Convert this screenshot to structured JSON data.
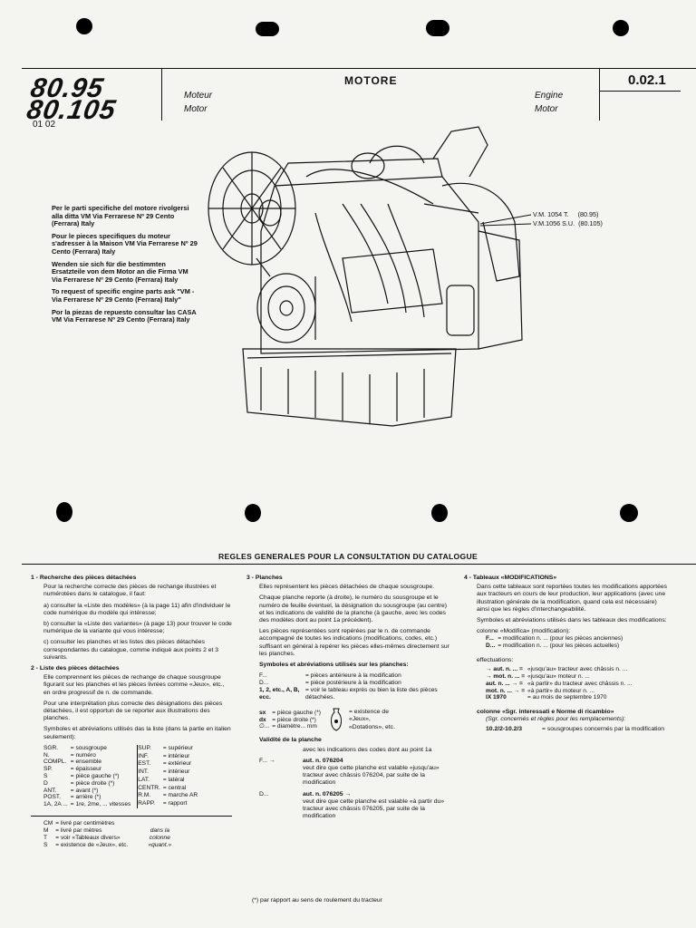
{
  "header": {
    "logo_line1": "80.95",
    "logo_line2": "80.105",
    "code": "01 02",
    "title": "MOTORE",
    "fr_line1": "Moteur",
    "fr_line2": "Motor",
    "en_line1": "Engine",
    "en_line2": "Motor",
    "page_number": "0.02.1"
  },
  "notes": [
    "Per le parti specifiche del motore rivolgersi alla ditta VM Via Ferrarese Nº 29 Cento (Ferrara) Italy",
    "Pour le pieces specifiques du moteur s'adresser à la Maison VM Via Ferrarese Nº 29 Cento (Ferrara) Italy",
    "Wenden sie sich für die bestimmten Ersatzteile von dem Motor an die Firma VM Via Ferrarese Nº 29 Cento (Ferrara) Italy",
    "To request of specific engine parts ask \"VM - Via Ferrarese Nº 29 Cento (Ferrara) Italy\"",
    "Por la piezas de repuesto consultar las CASA VM Via Ferrarese Nº 29 Cento (Ferrara) Italy"
  ],
  "engine_refs": [
    {
      "model": "V.M. 1054 T.",
      "version": "(80.95)"
    },
    {
      "model": "V.M.1056 S.U.",
      "version": "(80.105)"
    }
  ],
  "rules": {
    "title": "REGLES GENERALES POUR LA CONSULTATION DU CATALOGUE",
    "s1_title": "1 - Recherche des pièces détachées",
    "s1_intro": "Pour la recherche correcte des pièces de rechange illustrées et numérotées dans le catalogue, il faut:",
    "s1_a": "a) consulter la «Liste des modèles» (à la page 11) afin d'individuer le code numérique du modèle qui intéresse;",
    "s1_b": "b) consulter la «Liste des variantes» (à page 13) pour trouver le code numérique de la variante qui vous intéresse;",
    "s1_c": "c) consulter les planches et les listes des pièces détachées correspondantes du catalogue, comme indiqué aux points 2 et 3 suivants.",
    "s2_title": "2 - Liste des pièces détachées",
    "s2_p1": "Elle comprennent les pièces de rechange de chaque sousgroupe figurant sur les planches et les pièces livrées comme «Jeux», etc., en ordre progressif de n. de commande.",
    "s2_p2": "Pour une interprétation plus correcte des désignations des pièces détachées, il est opportun de se reporter aux illustrations des planches.",
    "s2_p3": "Symboles et abréviations utilisés das la liste (dans la partie en italien seulement):",
    "s2_abbr_left": [
      [
        "SGR.",
        "= sousgroupe"
      ],
      [
        "N.",
        "= numéro"
      ],
      [
        "COMPL.",
        "= ensemble"
      ],
      [
        "SP.",
        "= épaisseur"
      ],
      [
        "S",
        "= pièce gauche (*)"
      ],
      [
        "D",
        "= pièce droite (*)"
      ],
      [
        "ANT.",
        "= avant (*)"
      ],
      [
        "POST.",
        "= arrière (*)"
      ],
      [
        "1A, 2A ...",
        "= 1re, 2me, ... vitesses"
      ]
    ],
    "s2_abbr_right": [
      [
        "SUP.",
        "= supérieur"
      ],
      [
        "INF.",
        "= intérieur"
      ],
      [
        "EST.",
        "= extérieur"
      ],
      [
        "INT.",
        "= intérieur"
      ],
      [
        "LAT.",
        "= latéral"
      ],
      [
        "CENTR.",
        "= central"
      ],
      [
        "R.M.",
        "= marche AR"
      ],
      [
        "RAPP.",
        "= rapport"
      ]
    ],
    "s2_abbr_bottom": [
      [
        "CM",
        "= livré par centimètres"
      ],
      [
        "M",
        "= livré par mètres"
      ],
      [
        "T",
        "= voir «Tableaux divers»"
      ],
      [
        "S",
        "= existence de «Jeux», etc."
      ]
    ],
    "s2_bottom_note": "dans la colonne «quant.»",
    "s3_title": "3 - Planches",
    "s3_p1": "Elles représentent les pièces détachées de chaque sousgroupe.",
    "s3_p2": "Chaque planche reporte (à droite), le numéro du sousgroupe et le numéro de feuille éventuel, la désignation du sousgroupe (au centre) et les indications de validité de la planche (à gauche, avec les codes des modèles dont au point 1a précédent).",
    "s3_p3": "Les pièces représentées sont repérées par le n. de commande accompagné de toutes les indications (modifications, codes, etc.) suffisant en général à repérer les pièces elles-mêmes directement sur les planches.",
    "s3_p4": "Symboles et abréviations utilisés sur les planches:",
    "s3_sym": [
      [
        "F...",
        "= pièces antérieure à la modification"
      ],
      [
        "D...",
        "= pièce postérieure à la modification"
      ],
      [
        "1, 2, etc., A, B, ecc.",
        "= voir le tableau exprès ou bien la liste des pièces détachées."
      ]
    ],
    "s3_sym2": [
      [
        "sx",
        "= pièce gauche (*)"
      ],
      [
        "dx",
        "= pièce droite (*)"
      ],
      [
        "∅...",
        "= diamètre... mm"
      ]
    ],
    "s3_sym2_note": "= existence de «Jeux», «Dotations», etc.",
    "s3_valid_title": "Validité de la planche",
    "s3_valid_intro": "avec les indications des codes dont au point 1a",
    "s3_v1_key": "F... →",
    "s3_v1_head": "aut. n. 076204",
    "s3_v1_text": "veut dire que cette planche est valable «jusqu'au» tracteur avec châssis 076204, par suite de la modification",
    "s3_v2_key": "D...",
    "s3_v2_head": "aut. n. 076205 →",
    "s3_v2_text": "veut dire que cette planche est valable «à partir du» tracteur avec châssis 076205, par suite de la modification",
    "footnote": "(*) par rapport au sens de roulement du tracteur",
    "s4_title": "4 - Tableaux «MODIFICATIONS»",
    "s4_p1": "Dans cette tableaux sont reportées toutes les modifications apportées aux tracteurs en cours de leur production, leur applications (avec une illustration générale de la modification, quand cela est nécessaire) ainsi que les règles d'interchangeabilité.",
    "s4_p2": "Symboles et abréviations utilisés dans les tableaux des modifications:",
    "s4_col_title": "colonne «Modifica» (modification):",
    "s4_col_items": [
      [
        "F...",
        "= modification n. ... (pour les pièces anciennes)"
      ],
      [
        "D...",
        "= modification n. ... (pour les pièces actuelles)"
      ]
    ],
    "s4_eff_title": "effectuations:",
    "s4_eff_items": [
      [
        "→ aut. n. ... =",
        "«jusqu'au» tracteur avec châssis n. ..."
      ],
      [
        "→ mot. n. ... =",
        "«jusqu'au» moteur n. ..."
      ],
      [
        "aut. n. ... → =",
        "«à partir» du tracteur avec châssis n. ..."
      ],
      [
        "mot. n. ... → =",
        "«à partir» du moteur n. ..."
      ],
      [
        "IX 1970",
        "= au mois de septembre 1970"
      ]
    ],
    "s4_sgr_title": "colonne «Sgr. interessati e Norme di ricambio»",
    "s4_sgr_sub": "(Sgr. concernés et règles pour les remplacements):",
    "s4_sgr_item_key": "10.2/2-10.2/3",
    "s4_sgr_item_val": "= sousgroupes concernés par la modification"
  }
}
